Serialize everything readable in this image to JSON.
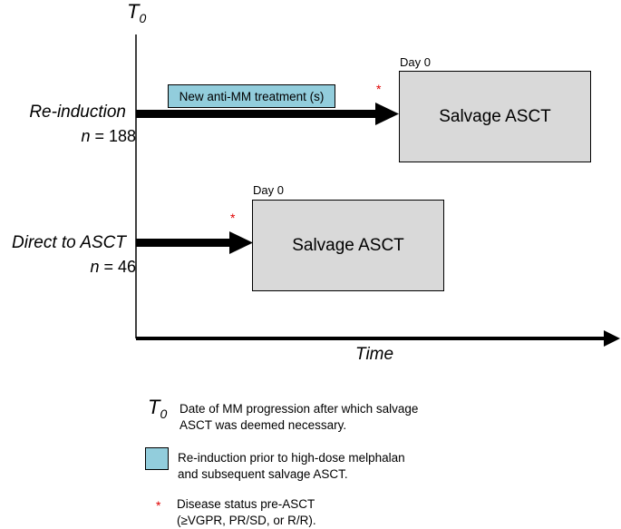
{
  "diagram": {
    "y_axis_symbol": "T",
    "y_axis_subscript": "0",
    "x_axis_label": "Time",
    "rows": [
      {
        "label": "Re-induction",
        "n_prefix": "n",
        "n_value": " = 188",
        "treatment_label": "New anti-MM treatment (s)",
        "day_label": "Day 0",
        "marker": "*",
        "box_label": "Salvage ASCT"
      },
      {
        "label": "Direct to ASCT",
        "n_prefix": "n",
        "n_value": " = 46",
        "day_label": "Day 0",
        "marker": "*",
        "box_label": "Salvage ASCT"
      }
    ]
  },
  "legend": {
    "t0_symbol": "T",
    "t0_subscript": "0",
    "t0_text_line1": "Date of MM progression after which salvage",
    "t0_text_line2": "ASCT was deemed necessary.",
    "swatch_text_line1": "Re-induction prior to high-dose melphalan",
    "swatch_text_line2": "and subsequent salvage ASCT.",
    "star_symbol": "*",
    "star_text_line1": "Disease status pre-ASCT",
    "star_text_line2": "(≥VGPR, PR/SD, or R/R)."
  },
  "colors": {
    "treatment_fill": "#92cddc",
    "box_fill": "#d9d9d9",
    "marker": "#e00000"
  }
}
